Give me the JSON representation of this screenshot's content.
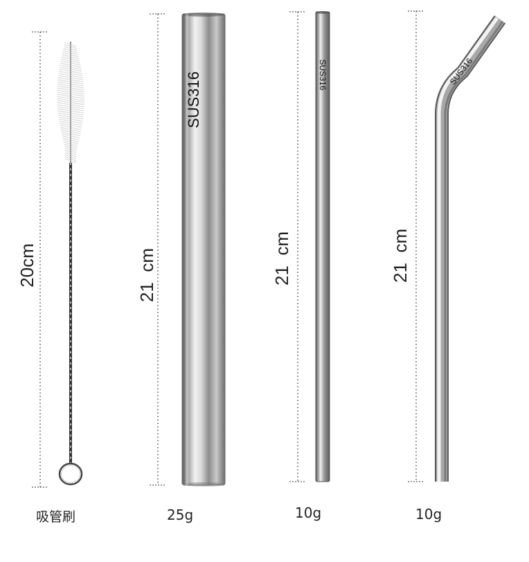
{
  "items": [
    {
      "name": "brush",
      "length": "20cm",
      "caption": "吸管刷"
    },
    {
      "name": "wide-straight-straw",
      "length": "21  cm",
      "engraving": "SUS316",
      "caption": "25g"
    },
    {
      "name": "thin-straight-straw",
      "length": "21  cm",
      "engraving": "SUS316",
      "caption": "10g"
    },
    {
      "name": "bent-straw",
      "length": "21  cm",
      "engraving": "SUS316",
      "caption": "10g"
    }
  ],
  "colors": {
    "steel_dark": "#6a6a6a",
    "steel_light": "#f4f4f4",
    "dim_line": "#333333",
    "bristle": "#cfcfcf"
  }
}
